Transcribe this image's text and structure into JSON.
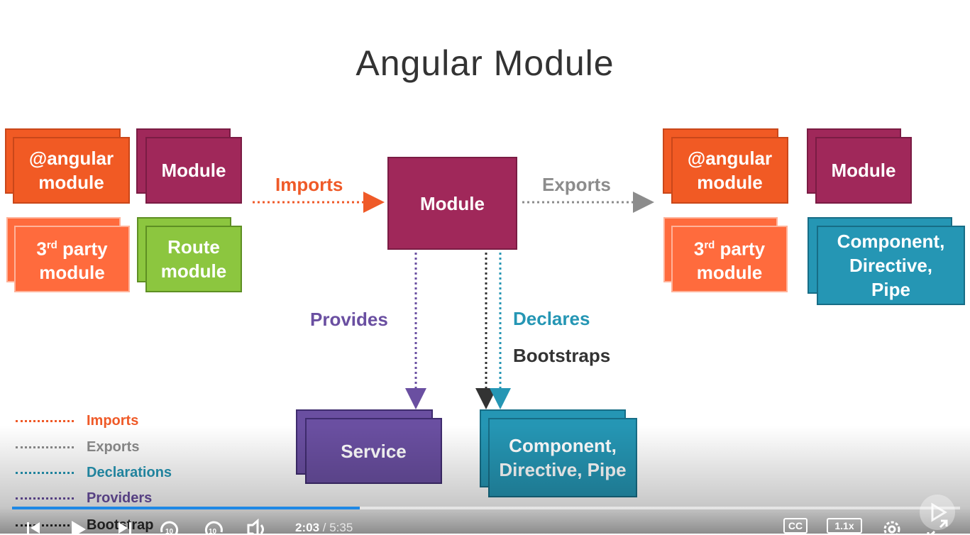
{
  "slide": {
    "title": "Angular Module",
    "center_module": "Module",
    "imports_label": "Imports",
    "exports_label": "Exports",
    "provides_label": "Provides",
    "declares_label": "Declares",
    "bootstraps_label": "Bootstraps",
    "left_boxes": {
      "angular_module": "@angular module",
      "module": "Module",
      "third_party_prefix": "3",
      "third_party_sup": "rd",
      "third_party_rest": " party",
      "third_party_line2": "module",
      "route_module": "Route module"
    },
    "right_boxes": {
      "angular_module": "@angular module",
      "module": "Module",
      "third_party_prefix": "3",
      "third_party_sup": "rd",
      "third_party_rest": " party",
      "third_party_line2": "module",
      "component_directive_pipe": "Component, Directive, Pipe"
    },
    "bottom_boxes": {
      "service": "Service",
      "component_directive_pipe": "Component, Directive, Pipe"
    },
    "legend": [
      {
        "label": "Imports",
        "color": "#ef5a28"
      },
      {
        "label": "Exports",
        "color": "#8c8c8c"
      },
      {
        "label": "Declarations",
        "color": "#2596b4"
      },
      {
        "label": "Providers",
        "color": "#6a4fa1"
      },
      {
        "label": "Bootstrap",
        "color": "#333333"
      }
    ],
    "colors": {
      "orange": "#f15a24",
      "light_orange": "#ff6b3d",
      "maroon": "#a0285a",
      "green": "#8cc63f",
      "teal": "#2596b4",
      "purple": "#6a4fa1",
      "title": "#333333"
    }
  },
  "player": {
    "current_time": "2:03",
    "duration": "5:35",
    "progress_fraction": 0.367,
    "speed": "1.1x",
    "cc_label": "CC",
    "icons": [
      "skip-back-icon",
      "play-icon",
      "skip-forward-icon",
      "rewind-10-icon",
      "forward-10-icon",
      "volume-icon",
      "captions-icon",
      "speed-icon",
      "settings-icon",
      "fullscreen-icon"
    ]
  }
}
